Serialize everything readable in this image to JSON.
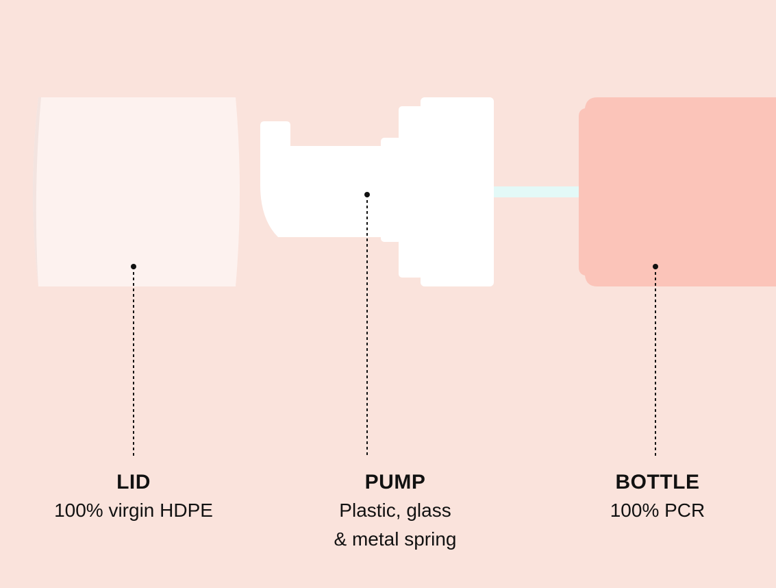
{
  "background_color": "#fae3dc",
  "components": [
    {
      "id": "lid",
      "title": "LID",
      "description_lines": [
        "100% virgin HDPE"
      ],
      "color": "#fdf2ef"
    },
    {
      "id": "pump",
      "title": "PUMP",
      "description_lines": [
        "Plastic, glass",
        "& metal spring"
      ],
      "color": "#ffffff"
    },
    {
      "id": "bottle",
      "title": "BOTTLE",
      "description_lines": [
        "100% PCR"
      ],
      "color": "#fbc4b9"
    }
  ],
  "dip_tube_color": "#e3f9f7",
  "leader_line_color": "#111111"
}
